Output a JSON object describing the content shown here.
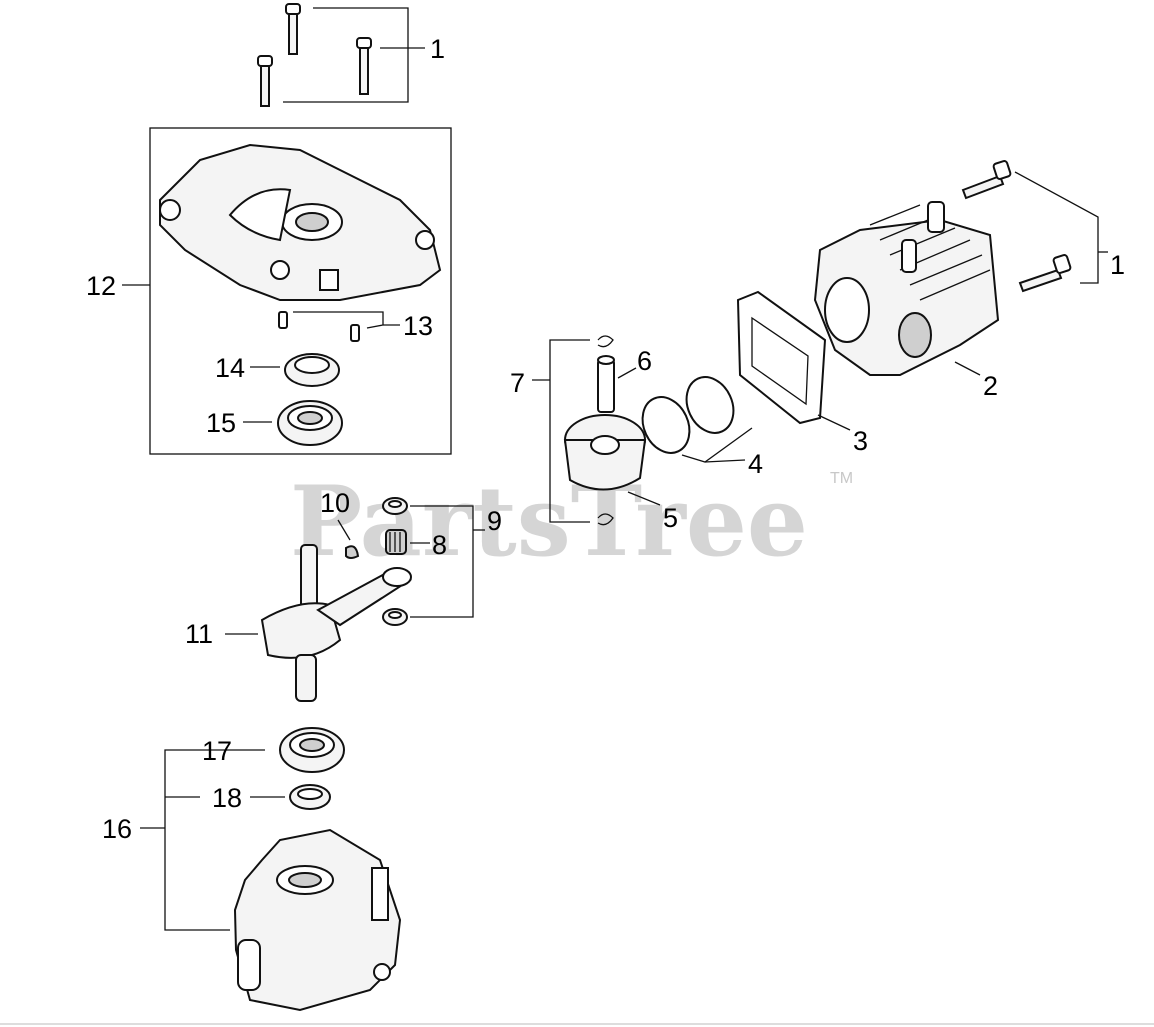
{
  "callouts": {
    "c1a": "1",
    "c1b": "1",
    "c2": "2",
    "c3": "3",
    "c4": "4",
    "c5": "5",
    "c6": "6",
    "c7": "7",
    "c8": "8",
    "c9": "9",
    "c10": "10",
    "c11": "11",
    "c12": "12",
    "c13": "13",
    "c14": "14",
    "c15": "15",
    "c16": "16",
    "c17": "17",
    "c18": "18"
  },
  "watermark": {
    "text": "PartsTree",
    "tm": "TM"
  }
}
